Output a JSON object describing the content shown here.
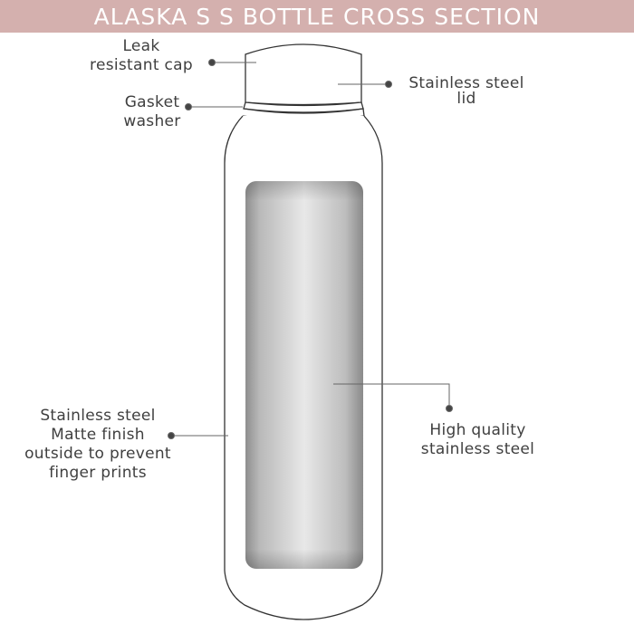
{
  "header": {
    "title": "ALASKA S S BOTTLE CROSS SECTION"
  },
  "colors": {
    "banner": "#d4b0ae",
    "text": "#3f3f3f",
    "leader": "#555555"
  },
  "labels": {
    "cap": {
      "line1": "Leak",
      "line2": "resistant cap"
    },
    "gasket": {
      "line1": "Gasket",
      "line2": "washer"
    },
    "lid": {
      "line1": "Stainless steel",
      "line2": "lid"
    },
    "outer": {
      "line1": "Stainless steel",
      "line2": "Matte finish",
      "line3": "outside to prevent",
      "line4": "finger prints"
    },
    "inner": {
      "line1": "High quality",
      "line2": "stainless steel"
    }
  }
}
